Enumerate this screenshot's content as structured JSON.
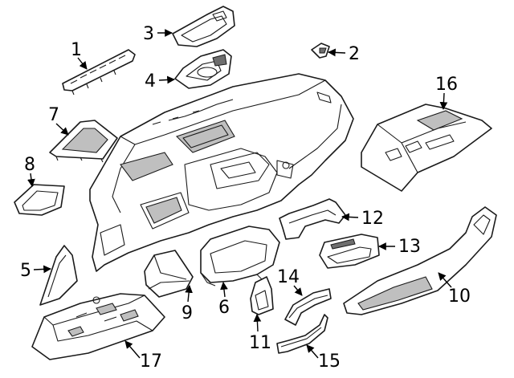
{
  "diagram": {
    "callouts": [
      {
        "id": "1",
        "label": "1"
      },
      {
        "id": "2",
        "label": "2"
      },
      {
        "id": "3",
        "label": "3"
      },
      {
        "id": "4",
        "label": "4"
      },
      {
        "id": "5",
        "label": "5"
      },
      {
        "id": "6",
        "label": "6"
      },
      {
        "id": "7",
        "label": "7"
      },
      {
        "id": "8",
        "label": "8"
      },
      {
        "id": "9",
        "label": "9"
      },
      {
        "id": "10",
        "label": "10"
      },
      {
        "id": "11",
        "label": "11"
      },
      {
        "id": "12",
        "label": "12"
      },
      {
        "id": "13",
        "label": "13"
      },
      {
        "id": "14",
        "label": "14"
      },
      {
        "id": "15",
        "label": "15"
      },
      {
        "id": "16",
        "label": "16"
      },
      {
        "id": "17",
        "label": "17"
      }
    ],
    "colors": {
      "line": "#1a1a1a",
      "background": "#ffffff"
    }
  }
}
